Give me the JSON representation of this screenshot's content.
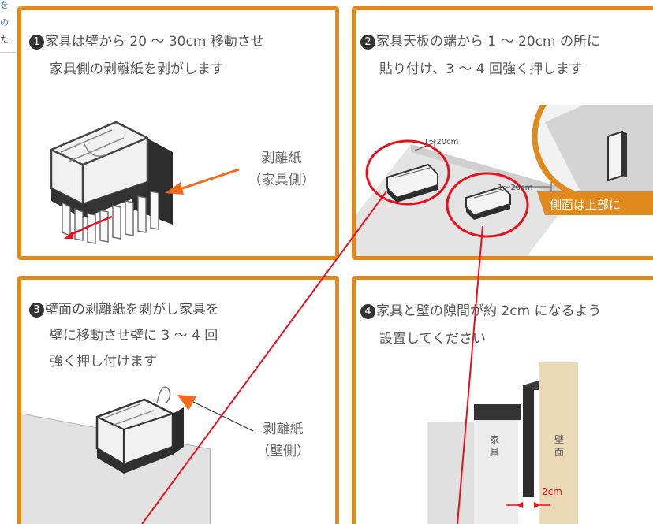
{
  "side_fragment": {
    "line1": "を",
    "line2": "の",
    "line3": "た"
  },
  "steps": [
    {
      "number": "1",
      "line1": "家具は壁から 20 ～ 30cm 移動させ",
      "line2": "家具側の剥離紙を剥がします",
      "label_line1": "剥離紙",
      "label_line2": "（家具側）"
    },
    {
      "number": "2",
      "line1": "家具天板の端から 1 ～ 20cm の所に",
      "line2": "貼り付け、3 ～ 4 回強く押します",
      "dim_small_1": "1～20cm",
      "dim_small_2": "1～20cm",
      "callout_text": "側面は上部に"
    },
    {
      "number": "3",
      "line1": "壁面の剥離紙を剥がし家具を",
      "line2": "壁に移動させ壁に 3 ～ 4 回",
      "line3": "強く押し付けます",
      "label_line1": "剥離紙",
      "label_line2": "（壁側）"
    },
    {
      "number": "4",
      "line1": "家具と壁の隙間が約 2cm になるよう",
      "line2": "設置してください",
      "furniture_label": "家具",
      "wall_label": "壁面",
      "gap_label": "2cm"
    }
  ],
  "colors": {
    "panel_border": "#e08a1e",
    "annotation_red": "#e8101c",
    "arrow_orange": "#f26a1b"
  }
}
